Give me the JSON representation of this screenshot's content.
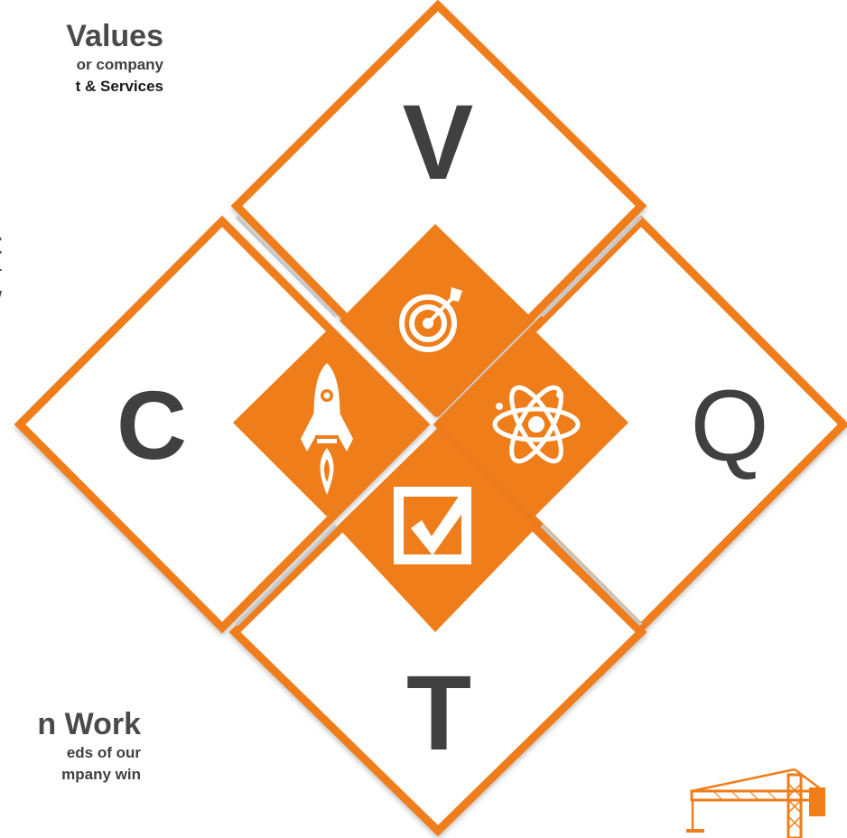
{
  "colors": {
    "accent_orange": "#ef7d1a",
    "letter_gray": "#404040",
    "divider_gray": "#c8c8c8"
  },
  "left_text": {
    "values": {
      "heading": "Values",
      "lines": [
        "or company",
        "t & Services"
      ]
    },
    "cost": {
      "heading": "t",
      "lines": [
        "r",
        "w"
      ]
    },
    "team": {
      "heading": "n Work",
      "lines": [
        "eds of our",
        "mpany win"
      ]
    }
  },
  "diagram": {
    "letters": {
      "top": "V",
      "left": "C",
      "right": "Q",
      "bottom": "T"
    },
    "center_icons": {
      "top": "target-icon",
      "left": "rocket-icon",
      "right": "atom-icon",
      "bottom": "checkbox-icon"
    }
  },
  "decoration": {
    "corner_icon": "crane-icon"
  }
}
